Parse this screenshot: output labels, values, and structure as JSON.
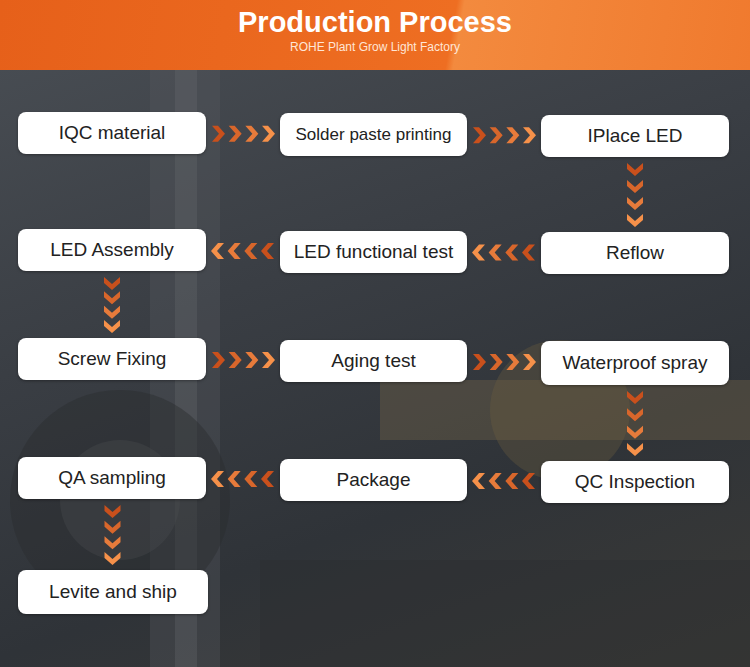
{
  "diagram": {
    "title": "Production Process",
    "nodes": [
      {
        "text": [
          "IQC material"
        ]
      },
      {
        "text": [
          "Solder paste printing"
        ]
      },
      {
        "text": [
          "IPlace LED"
        ]
      },
      {
        "text": [
          "Reflow"
        ]
      },
      {
        "text": [
          "LED functional test"
        ]
      },
      {
        "text": [
          "LED Assembly"
        ]
      },
      {
        "text": [
          "Screw Fixing"
        ]
      },
      {
        "text": [
          "Aging test"
        ]
      },
      {
        "text": [
          "Waterproof spray"
        ]
      },
      {
        "text": [
          "QC Inspection"
        ]
      },
      {
        "text": [
          "Package"
        ]
      },
      {
        "text": [
          "QA sampling"
        ]
      },
      {
        "text": [
          "Levite and ship"
        ]
      }
    ],
    "edges": [
      {
        "from": 0,
        "to": 1,
        "arrow": "to"
      },
      {
        "from": 1,
        "to": 2,
        "arrow": "to"
      },
      {
        "from": 2,
        "to": 3,
        "arrow": "to"
      },
      {
        "from": 3,
        "to": 4,
        "arrow": "to"
      },
      {
        "from": 4,
        "to": 5,
        "arrow": "to"
      },
      {
        "from": 5,
        "to": 6,
        "arrow": "to"
      },
      {
        "from": 6,
        "to": 7,
        "arrow": "to"
      },
      {
        "from": 7,
        "to": 8,
        "arrow": "to"
      },
      {
        "from": 8,
        "to": 9,
        "arrow": "to"
      },
      {
        "from": 9,
        "to": 10,
        "arrow": "to"
      },
      {
        "from": 10,
        "to": 11,
        "arrow": "to"
      },
      {
        "from": 11,
        "to": 12,
        "arrow": "to"
      }
    ],
    "labels": [
      "ROHE Plant Grow Light Factory"
    ]
  }
}
